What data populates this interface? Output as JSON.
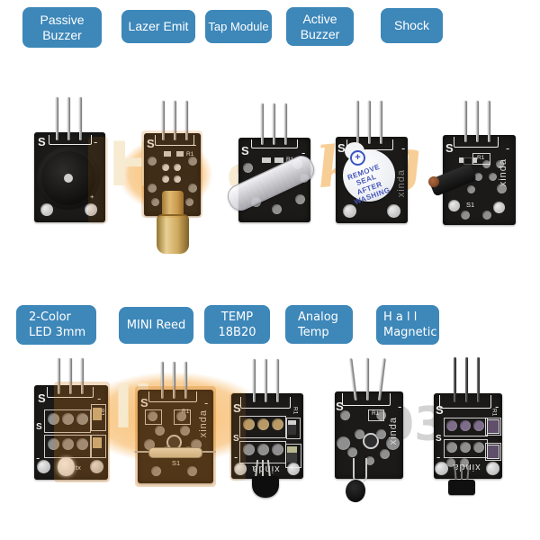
{
  "page": {
    "background": "#ffffff",
    "label_bg": "#3d87b9",
    "label_text": "#ffffff",
    "pcb_color": "#1b1a18",
    "watermark_orange": "#f4a43a",
    "watermark_cream": "#f7ead0"
  },
  "watermark": {
    "letter_h": "H",
    "letter_o": "o",
    "letters_kg": "kg",
    "letters_ll": "ll",
    "number": "03"
  },
  "modules": [
    {
      "name": "passive-buzzer",
      "label1": "Passive",
      "label2": "Buzzer",
      "s": "S",
      "minus": "-",
      "plus": "+"
    },
    {
      "name": "lazer-emit",
      "label1": "Lazer Emit",
      "label2": "",
      "s": "S",
      "minus": "-",
      "r1": "R1"
    },
    {
      "name": "tap-module",
      "label1": "Tap Module",
      "label2": "",
      "s": "S",
      "minus": "-",
      "r1": "R1"
    },
    {
      "name": "active-buzzer",
      "label1": "Active",
      "label2": "Buzzer",
      "s": "S",
      "minus": "-",
      "brand": "xinda",
      "plus": "+",
      "seal": [
        "REMOVE",
        "SEAL",
        "AFTER",
        "WASHING"
      ]
    },
    {
      "name": "shock",
      "label1": "Shock",
      "label2": "",
      "s": "S",
      "minus": "-",
      "r1": "R1",
      "s1": "S1",
      "brand": "xinda"
    },
    {
      "name": "2-color-led-3mm",
      "label1": "2-Color",
      "label2": "LED 3mm",
      "s": "S",
      "s2": "S",
      "minus": "-",
      "minus2": "-",
      "r1": "R1",
      "brand": "tx"
    },
    {
      "name": "mini-reed",
      "label1": "MINI Reed",
      "label2": "",
      "s": "S",
      "minus": "-",
      "r1": "R1",
      "s1": "S1",
      "brand": "xinda"
    },
    {
      "name": "temp-18b20",
      "label1": "TEMP",
      "label2": "18B20",
      "s": "S",
      "s2": "S",
      "minus": "-",
      "minus2": "-",
      "r1": "R1",
      "brand": "xinda"
    },
    {
      "name": "analog-temp",
      "label1": "Analog",
      "label2": "Temp",
      "s": "S",
      "minus": "-",
      "r1": "R1",
      "brand": "xinda"
    },
    {
      "name": "hall-magnetic",
      "label1": "H a l l",
      "label2": "Magnetic",
      "s": "S",
      "s2": "S",
      "minus": "-",
      "minus2": "-",
      "r1": "R1",
      "brand": "xinda"
    }
  ]
}
